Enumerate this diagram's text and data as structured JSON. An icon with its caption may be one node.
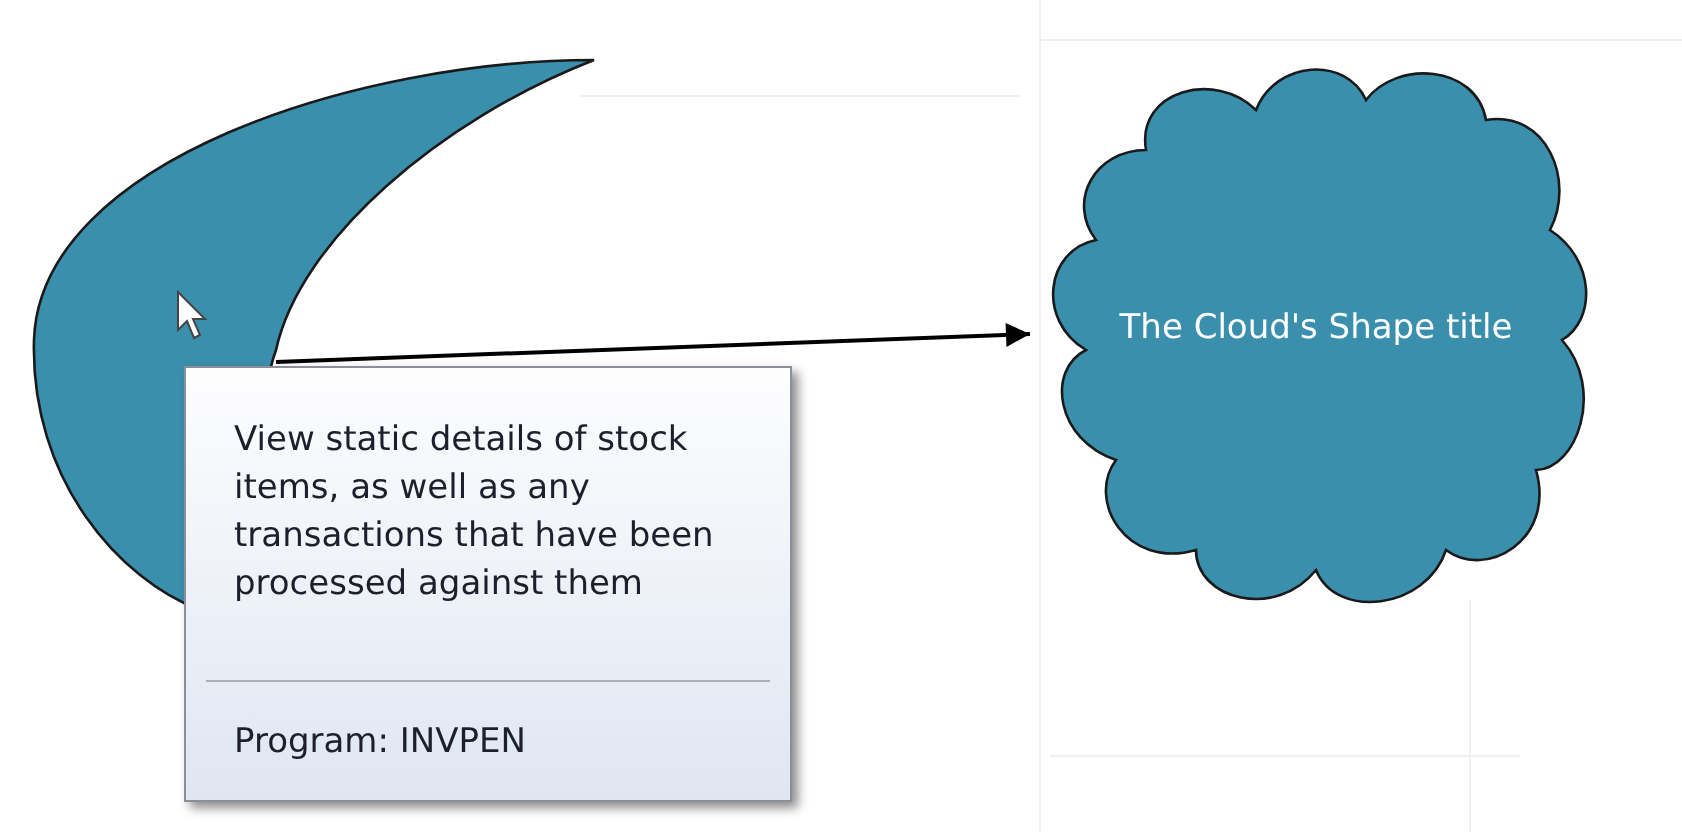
{
  "diagram": {
    "nodes": [
      {
        "text": [],
        "shape": "crescent"
      },
      {
        "text": [
          "The Cloud's Shape title"
        ]
      },
      {
        "text": [
          "View static details of stock items, as well as any transactions that have been processed against them",
          "Program: INVPEN"
        ]
      }
    ],
    "edges": [
      {
        "from": 0,
        "to": 1,
        "arrow": "to"
      }
    ]
  }
}
